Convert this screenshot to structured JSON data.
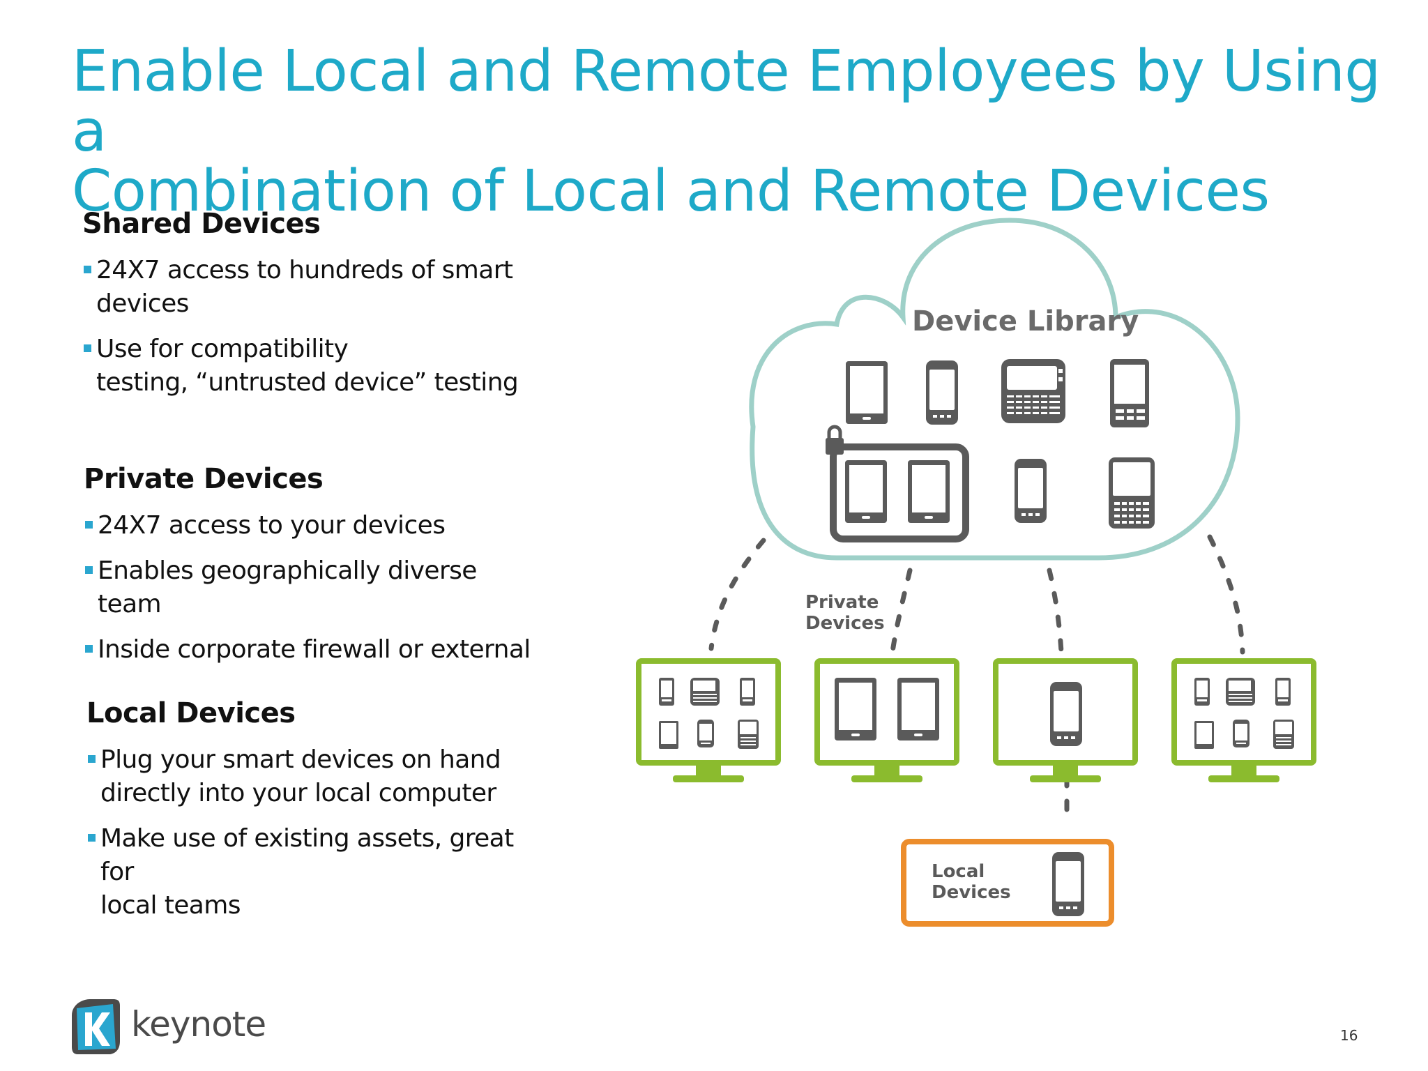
{
  "title": {
    "line1": "Enable Local and Remote Employees by Using a",
    "line2": "Combination of Local and Remote Devices"
  },
  "sections": [
    {
      "heading": "Shared Devices",
      "bullets": [
        [
          "24X7 access to hundreds of smart",
          "devices"
        ],
        [
          "Use for compatibility",
          "testing, “untrusted device” testing"
        ]
      ]
    },
    {
      "heading": "Private Devices",
      "bullets": [
        [
          "24X7 access to your devices"
        ],
        [
          "Enables geographically diverse team"
        ],
        [
          "Inside corporate firewall or external"
        ]
      ]
    },
    {
      "heading": "Local Devices",
      "bullets": [
        [
          "Plug your smart devices on hand",
          "directly into your local computer"
        ],
        [
          "Make use of existing assets, great for",
          "local teams"
        ]
      ]
    }
  ],
  "diagram": {
    "cloud_label": "Device Library",
    "private_label": [
      "Private",
      "Devices"
    ],
    "local_label": [
      "Local",
      "Devices"
    ]
  },
  "logo": {
    "text": "keynote"
  },
  "page_number": "16",
  "colors": {
    "title": "#1ea9c8",
    "bullet": "#2aa6cf",
    "cloud_outline": "#9ed0c8",
    "monitor": "#8bbb2e",
    "local_box": "#ec8d2c",
    "device": "#5a5a5a"
  }
}
